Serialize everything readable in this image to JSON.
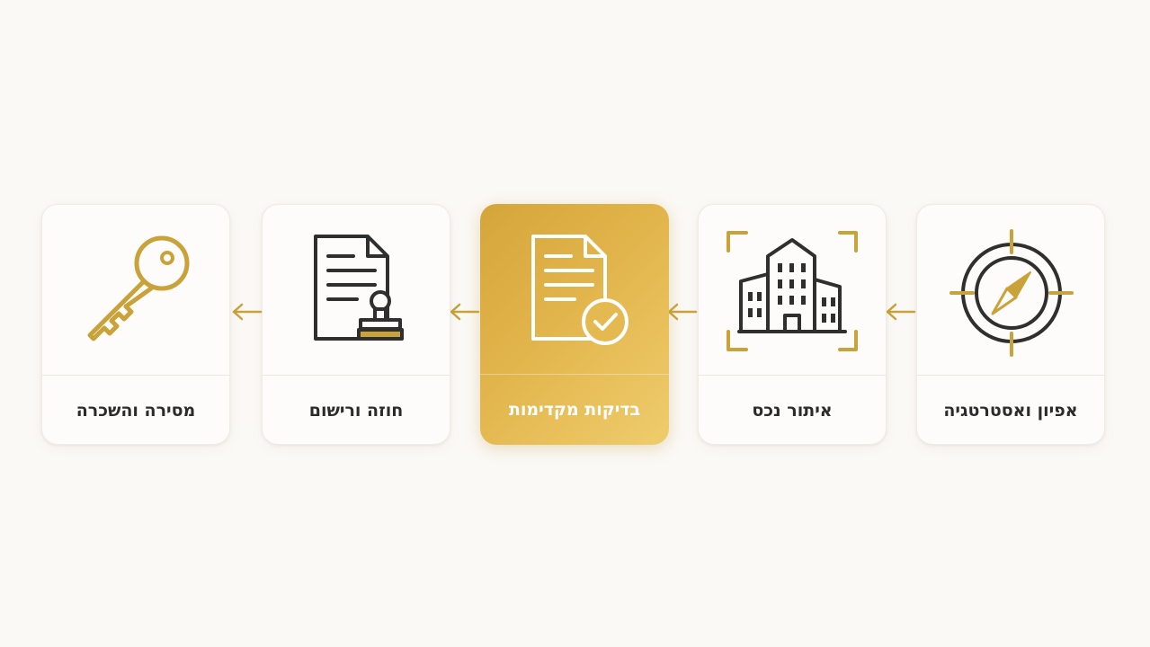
{
  "colors": {
    "background": "#fbf9f6",
    "accent_gold": "#c9a23a",
    "icon_dark": "#2f2f2f",
    "active_card": "#e2b54c"
  },
  "steps": [
    {
      "label": "אפיון ואסטרטגיה",
      "icon": "compass-icon",
      "active": false
    },
    {
      "label": "איתור נכס",
      "icon": "buildings-icon",
      "active": false
    },
    {
      "label": "בדיקות מקדימות",
      "icon": "document-check-icon",
      "active": true
    },
    {
      "label": "חוזה ורישום",
      "icon": "contract-stamp-icon",
      "active": false
    },
    {
      "label": "מסירה והשכרה",
      "icon": "key-icon",
      "active": false
    }
  ]
}
